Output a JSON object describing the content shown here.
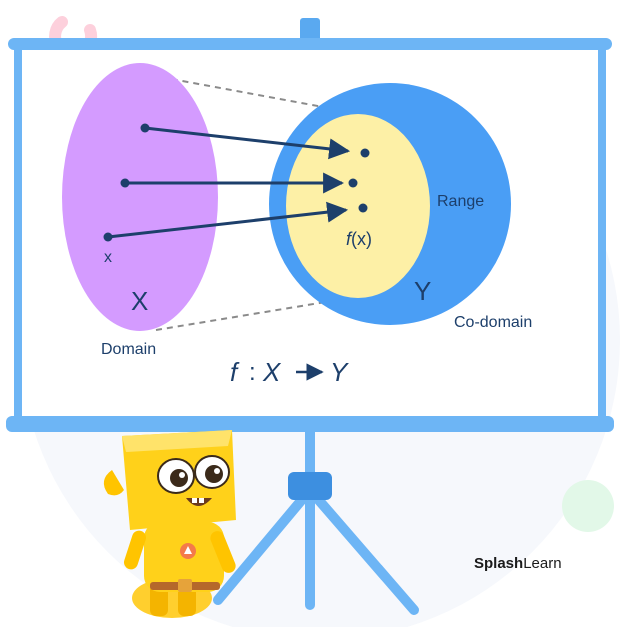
{
  "diagram": {
    "domain_set_label": "X",
    "codomain_set_label": "Y",
    "element_label": "x",
    "image_label_f": "f",
    "image_label_arg": "(x)",
    "domain_label": "Domain",
    "range_label": "Range",
    "codomain_label": "Co-domain",
    "notation": {
      "f": "f",
      "colon": ":",
      "X": "X",
      "Y": "Y"
    }
  },
  "branding": {
    "logo_bold": "Splash",
    "logo_regular": "Learn"
  },
  "colors": {
    "domain_fill": "#d49bff",
    "codomain_fill": "#4a9ef5",
    "range_fill": "#fdf0a6",
    "arrow": "#1d3f6b",
    "board_frame": "#6db5f5",
    "dashed_line": "#8a8a8a",
    "mascot": "#ffd11a"
  }
}
